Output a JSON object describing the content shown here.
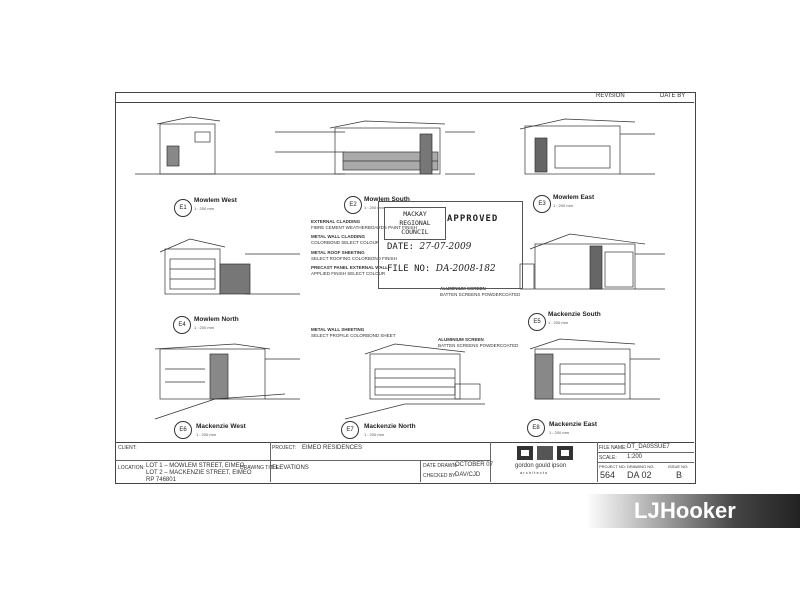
{
  "header": {
    "revision": "REVISION",
    "date": "DATE BY"
  },
  "elevations": [
    {
      "id": "E1",
      "title": "Mowlem West",
      "scale": "1 : 200 mm"
    },
    {
      "id": "E2",
      "title": "Mowlem South",
      "scale": "1 : 200 mm"
    },
    {
      "id": "E3",
      "title": "Mowlem East",
      "scale": "1 : 200 mm"
    },
    {
      "id": "E4",
      "title": "Mowlem North",
      "scale": "1 : 200 mm"
    },
    {
      "id": "E5",
      "title": "Mackenzie South",
      "scale": "1 : 200 mm"
    },
    {
      "id": "E6",
      "title": "Mackenzie West",
      "scale": "1 : 200 mm"
    },
    {
      "id": "E7",
      "title": "Mackenzie North",
      "scale": "1 : 200 mm"
    },
    {
      "id": "E8",
      "title": "Mackenzie East",
      "scale": "1 : 200 mm"
    }
  ],
  "notes": {
    "n1": "EXTERNAL CLADDING",
    "n1b": "FIBRE CEMENT WEATHERBOARDS PAINT FINISH",
    "n2": "METAL WALL CLADDING",
    "n2b": "COLORBOND SELECT COLOUR",
    "n3": "METAL ROOF SHEETING",
    "n3b": "SELECT ROOFING COLORBOND FINISH",
    "n4": "PRECAST PANEL EXTERNAL WALL",
    "n4b": "APPLIED FINISH SELECT COLOUR",
    "n5": "ALUMINIUM SCREEN",
    "n5b": "BATTEN SCREENS POWDERCOATED",
    "n6": "METAL WALL SHEETING",
    "n6b": "SELECT PROFILE COLORBOND SHEET",
    "n7": "ALUMINIUM SCREEN",
    "n7b": "BATTEN SCREENS POWDERCOATED"
  },
  "stamp": {
    "council_line1": "MACKAY",
    "council_line2": "REGIONAL",
    "council_line3": "COUNCIL",
    "approved": "APPROVED",
    "date_label": "DATE:",
    "date_value": "27-07-2009",
    "file_label": "FILE NO:",
    "file_value": "DA-2008-182"
  },
  "title_block": {
    "client_label": "CLIENT:",
    "project_label": "PROJECT:",
    "project_value": "EIMEO RESIDENCES",
    "location_label": "LOCATION:",
    "location_line1": "LOT 1 – MOWLEM STREET, EIMEO",
    "location_line2": "LOT 2 – MACKENZIE STREET, EIMEO",
    "location_line3": "RP 746801",
    "drawing_title_label": "DRAWING TITLE:",
    "drawing_title_value": "ELEVATIONS",
    "date_drawn_label": "DATE DRAWN:",
    "date_drawn_value": "OCTOBER 07",
    "checked_label": "CHECKED BY:",
    "checked_value": "DAV/CJD",
    "firm_name": "gordon gould ipson",
    "firm_sub": "a r c h i t e c t s",
    "file_name_label": "FILE NAME:",
    "file_name_value": "DT_DA0SSUE7",
    "scale_label": "SCALE:",
    "scale_value": "1:200",
    "project_no_label": "PROJECT NO:",
    "project_no_value": "564",
    "drawing_no_label": "DRAWING NO:",
    "drawing_no_value": "DA 02",
    "issue_no_label": "ISSUE NO:",
    "issue_no_value": "B"
  },
  "brand": {
    "name_a": "LJ",
    "name_b": "Hooker"
  }
}
